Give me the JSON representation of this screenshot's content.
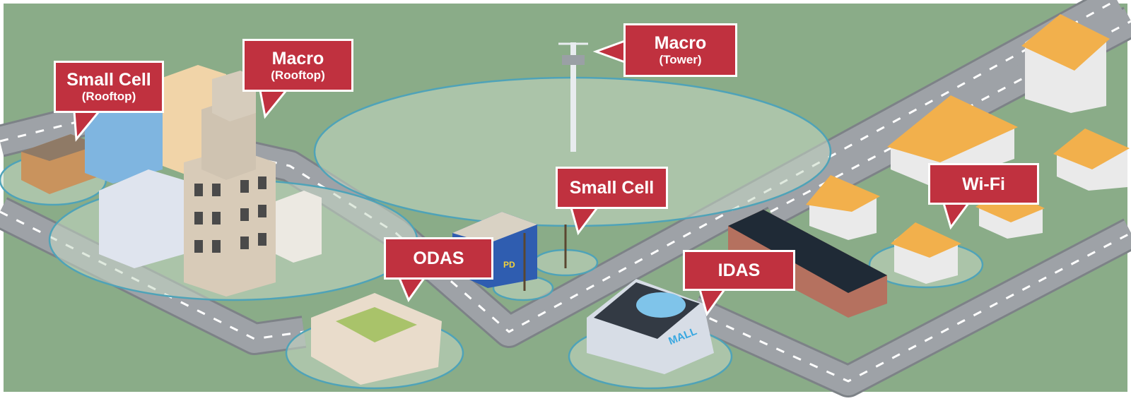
{
  "colors": {
    "callout": "#c0313f",
    "ground": "#8aac88",
    "road": "#9a9ea3",
    "coverage": "#b7ccb5"
  },
  "callouts": {
    "small_cell_rooftop": {
      "title": "Small Cell",
      "sub": "(Rooftop)"
    },
    "macro_rooftop": {
      "title": "Macro",
      "sub": "(Rooftop)"
    },
    "macro_tower": {
      "title": "Macro",
      "sub": "(Tower)"
    },
    "small_cell": {
      "title": "Small Cell"
    },
    "odas": {
      "title": "ODAS"
    },
    "idas": {
      "title": "IDAS"
    },
    "wifi": {
      "title": "Wi-Fi"
    }
  },
  "signs": {
    "police": "PD",
    "mall": "MALL"
  }
}
